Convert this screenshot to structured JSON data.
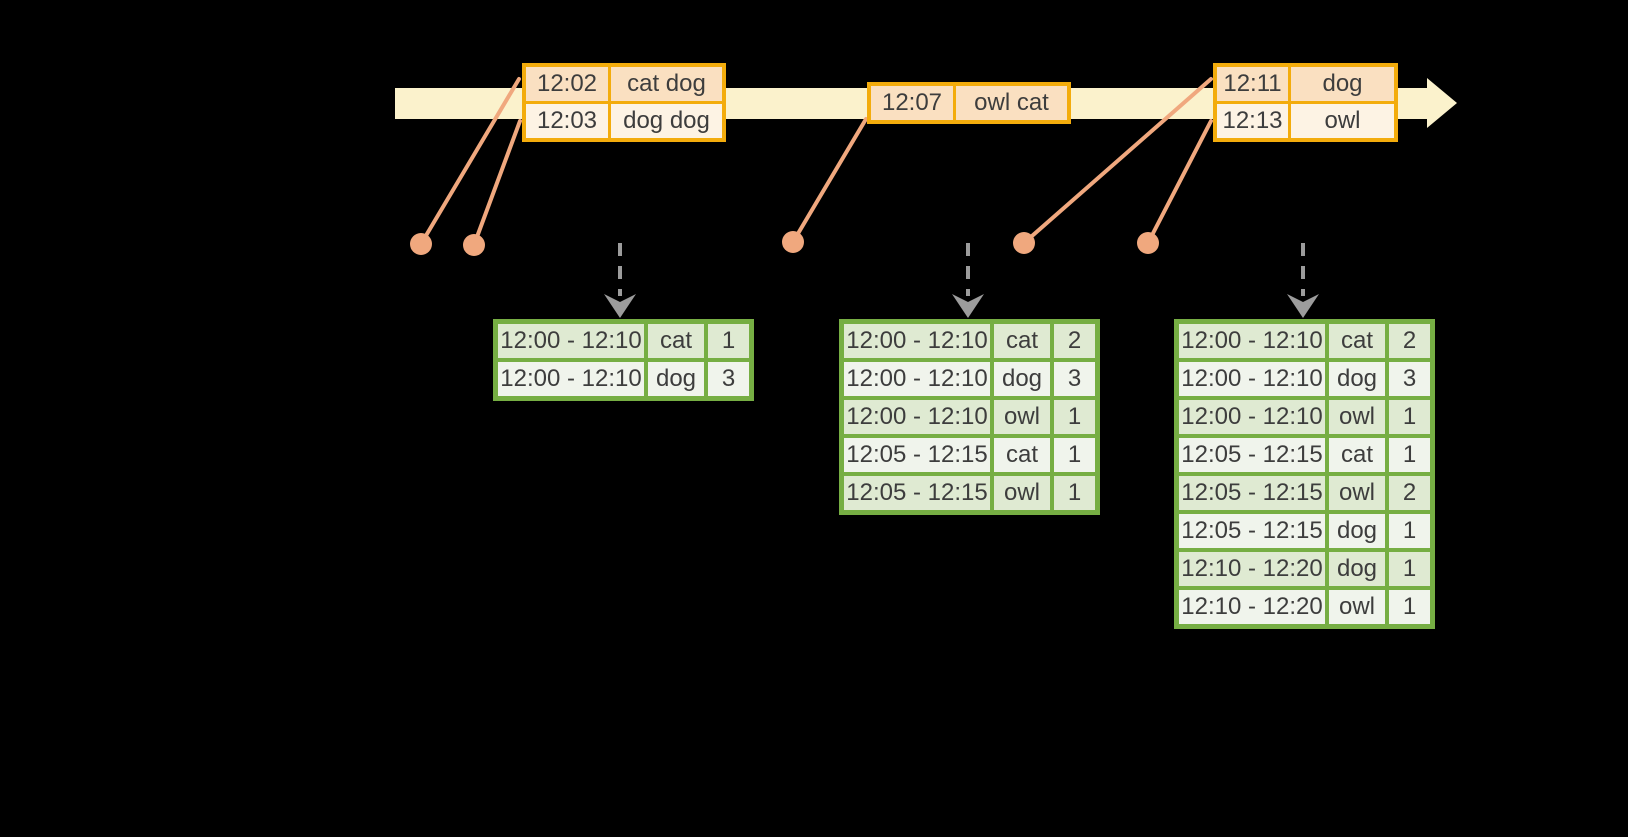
{
  "colors": {
    "background": "#000000",
    "timeline_fill": "#fbf2cc",
    "event_border": "#f3ac0c",
    "event_row_dark": "#fae0c1",
    "event_row_light": "#fdf3e4",
    "result_border": "#76ae43",
    "result_row_dark": "#dfead2",
    "result_row_light": "#f0f4ec",
    "connector": "#f0a87e",
    "trigger_arrow": "#9c9c9c",
    "text": "#3d3d3d"
  },
  "event_tables": [
    {
      "rows": [
        {
          "time": "12:02",
          "words": "cat dog"
        },
        {
          "time": "12:03",
          "words": "dog dog"
        }
      ]
    },
    {
      "rows": [
        {
          "time": "12:07",
          "words": "owl cat"
        }
      ]
    },
    {
      "rows": [
        {
          "time": "12:11",
          "words": "dog"
        },
        {
          "time": "12:13",
          "words": "owl"
        }
      ]
    }
  ],
  "result_tables": [
    {
      "rows": [
        {
          "window": "12:00 - 12:10",
          "word": "cat",
          "count": "1"
        },
        {
          "window": "12:00 - 12:10",
          "word": "dog",
          "count": "3"
        }
      ]
    },
    {
      "rows": [
        {
          "window": "12:00 - 12:10",
          "word": "cat",
          "count": "2"
        },
        {
          "window": "12:00 - 12:10",
          "word": "dog",
          "count": "3"
        },
        {
          "window": "12:00 - 12:10",
          "word": "owl",
          "count": "1"
        },
        {
          "window": "12:05 - 12:15",
          "word": "cat",
          "count": "1"
        },
        {
          "window": "12:05 - 12:15",
          "word": "owl",
          "count": "1"
        }
      ]
    },
    {
      "rows": [
        {
          "window": "12:00 - 12:10",
          "word": "cat",
          "count": "2"
        },
        {
          "window": "12:00 - 12:10",
          "word": "dog",
          "count": "3"
        },
        {
          "window": "12:00 - 12:10",
          "word": "owl",
          "count": "1"
        },
        {
          "window": "12:05 - 12:15",
          "word": "cat",
          "count": "1"
        },
        {
          "window": "12:05 - 12:15",
          "word": "owl",
          "count": "2"
        },
        {
          "window": "12:05 - 12:15",
          "word": "dog",
          "count": "1"
        },
        {
          "window": "12:10 - 12:20",
          "word": "dog",
          "count": "1"
        },
        {
          "window": "12:10 - 12:20",
          "word": "owl",
          "count": "1"
        }
      ]
    }
  ]
}
